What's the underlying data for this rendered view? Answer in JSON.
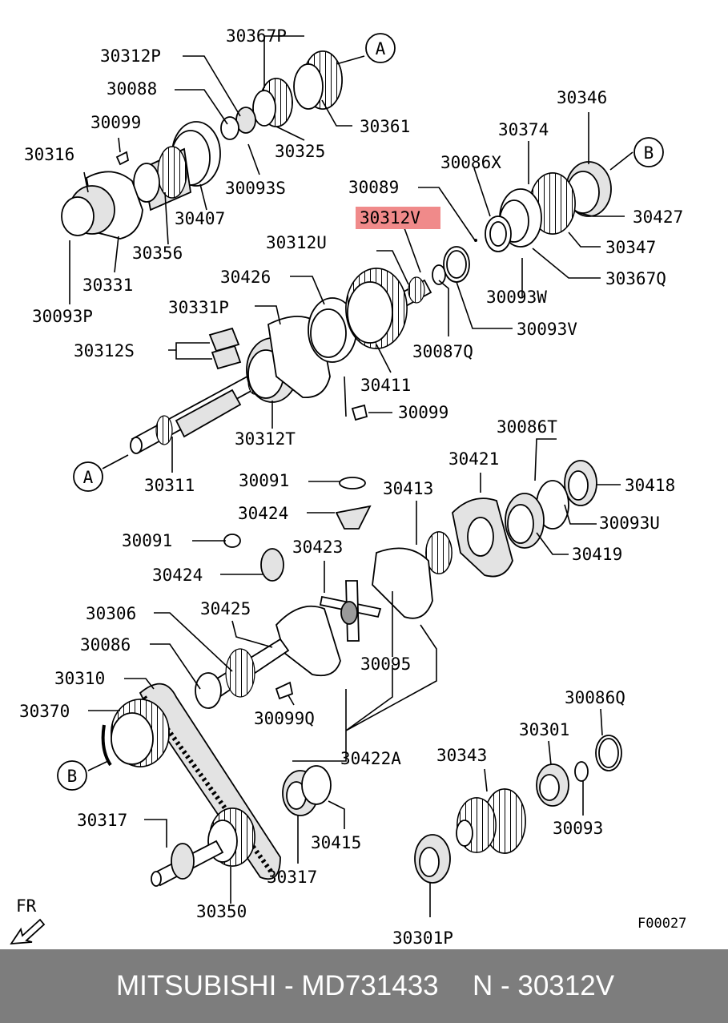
{
  "labels": {
    "p30367P": "30367P",
    "p30312P": "30312P",
    "p30088": "30088",
    "p30099a": "30099",
    "p30316": "30316",
    "p30361": "30361",
    "p30325": "30325",
    "p30093S": "30093S",
    "p30407": "30407",
    "p30356": "30356",
    "p30331": "30331",
    "p30093P": "30093P",
    "p30346": "30346",
    "p30374": "30374",
    "p30086X": "30086X",
    "p30089": "30089",
    "p30312V": "30312V",
    "p30427": "30427",
    "p30347": "30347",
    "p30367Q": "30367Q",
    "p30093W": "30093W",
    "p30312U": "30312U",
    "p30426": "30426",
    "p30331P": "30331P",
    "p30312S": "30312S",
    "p30093V": "30093V",
    "p30087Q": "30087Q",
    "p30411": "30411",
    "p30099b": "30099",
    "p30312T": "30312T",
    "p30311": "30311",
    "p30086T": "30086T",
    "p30421": "30421",
    "p30418": "30418",
    "p30091a": "30091",
    "p30413": "30413",
    "p30424a": "30424",
    "p30093U": "30093U",
    "p30091b": "30091",
    "p30419": "30419",
    "p30423": "30423",
    "p30424b": "30424",
    "p30306": "30306",
    "p30425": "30425",
    "p30086": "30086",
    "p30095": "30095",
    "p30310": "30310",
    "p30370": "30370",
    "p30099Q": "30099Q",
    "p30086Q": "30086Q",
    "p30422A": "30422A",
    "p30301": "30301",
    "p30343": "30343",
    "p30317a": "30317",
    "p30415": "30415",
    "p30093": "30093",
    "p30317b": "30317",
    "p30350": "30350",
    "p30301P": "30301P"
  },
  "refs": {
    "A1": "A",
    "A2": "A",
    "B1": "B",
    "B2": "B"
  },
  "direction_label": "FR",
  "figure_code": "F00027",
  "highlight_color": "#f08a8a",
  "footer": {
    "brand_part": "MITSUBISHI - MD731433",
    "ref_part": "N - 30312V"
  }
}
